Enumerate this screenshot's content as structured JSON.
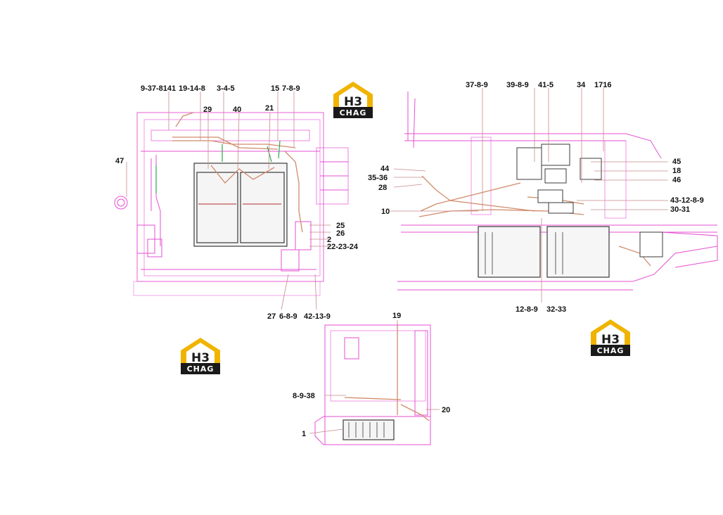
{
  "logo": {
    "letters": "H3",
    "word": "CHAG",
    "colors": {
      "gold": "#f0b400",
      "dark": "#1a1a1a",
      "white": "#ffffff"
    }
  },
  "colors": {
    "frame": "#e64fd3",
    "harness": "#d08a6a",
    "battery": "#3a3a3a",
    "leader": "#c98a8a",
    "wire_green": "#2aa84a"
  },
  "callouts": {
    "top_left": [
      "9-37-8141",
      "19-14-8",
      "3-4-5",
      "15",
      "7-8-9",
      "29",
      "40",
      "21",
      "47",
      "25",
      "26",
      "2",
      "22-23-24",
      "27",
      "6-8-9",
      "42-13-9"
    ],
    "top_right": [
      "37-8-9",
      "39-8-9",
      "41-5",
      "34",
      "1716",
      "45",
      "18",
      "46",
      "44",
      "35-36",
      "28",
      "10",
      "43-12-8-9",
      "30-31",
      "12-8-9",
      "32-33"
    ],
    "bottom": [
      "19",
      "8-9-38",
      "20",
      "1"
    ]
  }
}
